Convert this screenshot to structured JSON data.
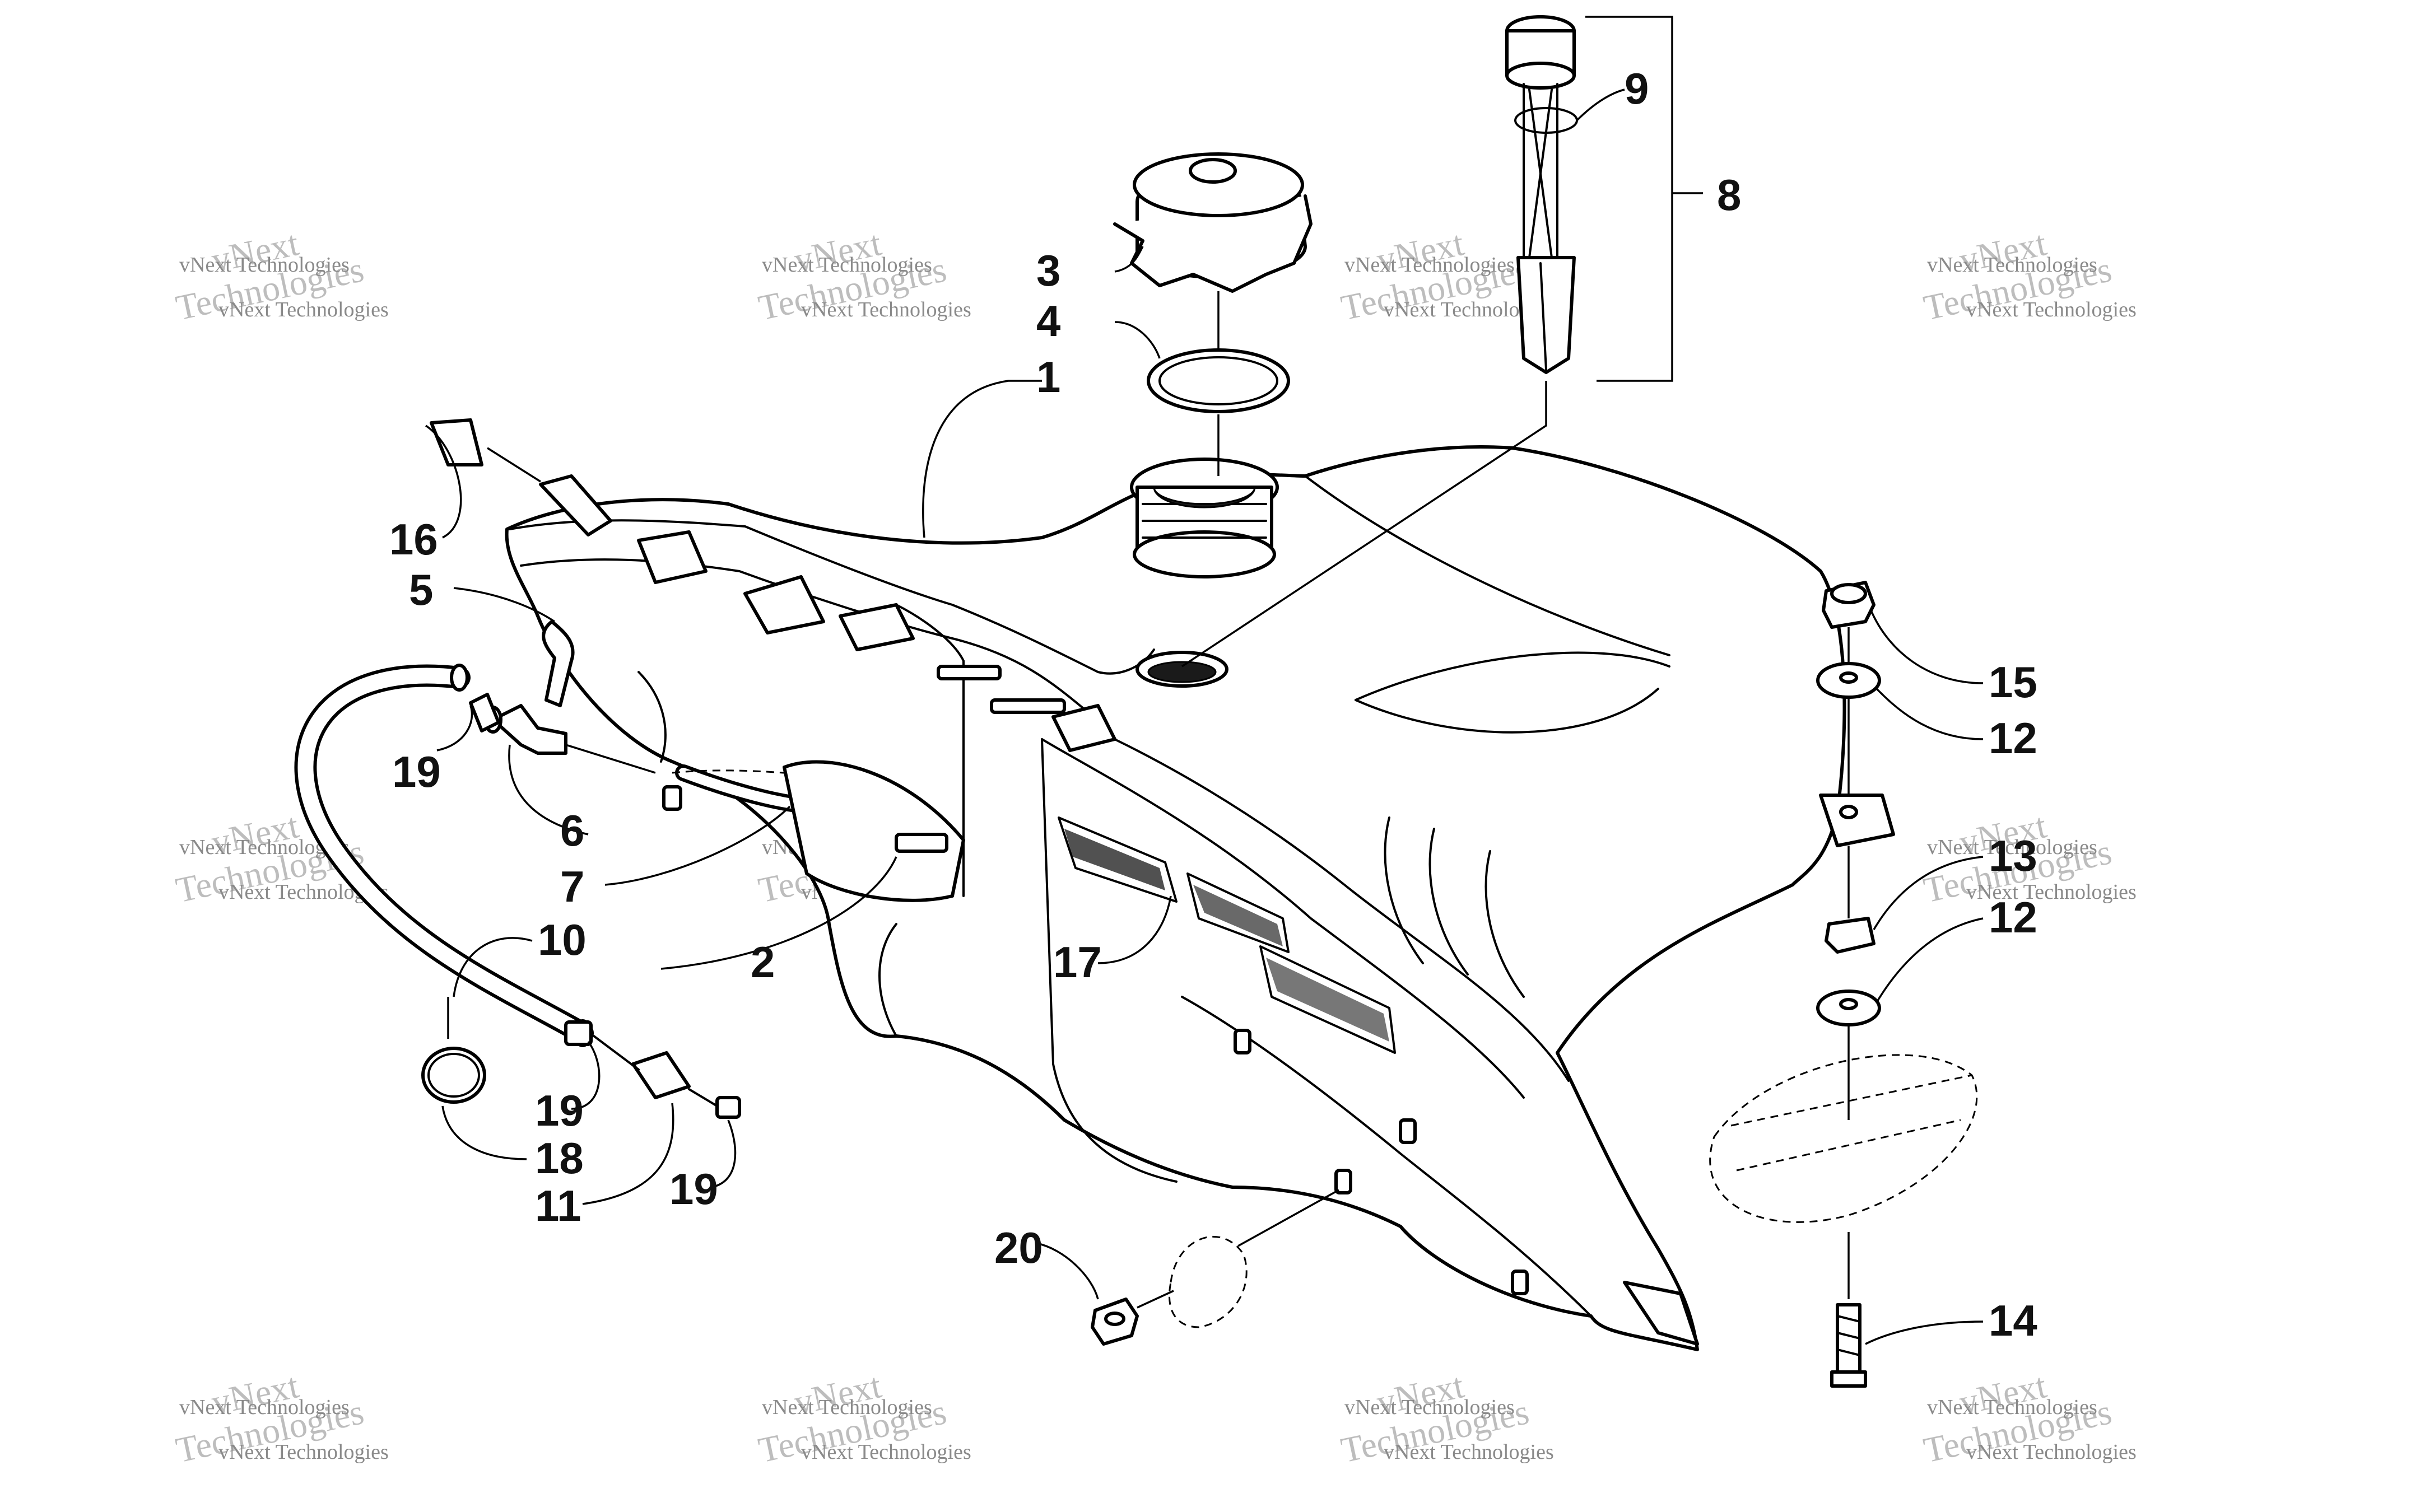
{
  "callouts": [
    {
      "id": "c1",
      "label": "1"
    },
    {
      "id": "c2",
      "label": "2"
    },
    {
      "id": "c3",
      "label": "3"
    },
    {
      "id": "c4",
      "label": "4"
    },
    {
      "id": "c5",
      "label": "5"
    },
    {
      "id": "c6",
      "label": "6"
    },
    {
      "id": "c7",
      "label": "7"
    },
    {
      "id": "c8",
      "label": "8"
    },
    {
      "id": "c9",
      "label": "9"
    },
    {
      "id": "c10",
      "label": "10"
    },
    {
      "id": "c11",
      "label": "11"
    },
    {
      "id": "c12a",
      "label": "12"
    },
    {
      "id": "c12b",
      "label": "12"
    },
    {
      "id": "c13",
      "label": "13"
    },
    {
      "id": "c14",
      "label": "14"
    },
    {
      "id": "c15",
      "label": "15"
    },
    {
      "id": "c16",
      "label": "16"
    },
    {
      "id": "c17",
      "label": "17"
    },
    {
      "id": "c18",
      "label": "18"
    },
    {
      "id": "c19a",
      "label": "19"
    },
    {
      "id": "c19b",
      "label": "19"
    },
    {
      "id": "c19c",
      "label": "19"
    },
    {
      "id": "c20",
      "label": "20"
    }
  ],
  "watermark": {
    "line_small": "vNext Technologies",
    "line_large_1": "vNext",
    "line_large_2": "Technologies"
  }
}
